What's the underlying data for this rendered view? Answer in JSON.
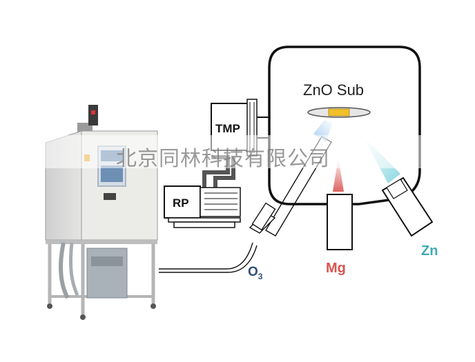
{
  "labels": {
    "substrate": "ZnO Sub",
    "tmp": "TMP",
    "rp": "RP",
    "ozone_main": "O",
    "ozone_sub": "3",
    "mg": "Mg",
    "zn": "Zn"
  },
  "watermark": "北京同林科技有限公司",
  "colors": {
    "outline": "#111111",
    "substrate": "#f2c029",
    "mg": "#d9534f",
    "zn": "#3fa9b5",
    "ozone": "#2f4f7a"
  },
  "icons": {
    "equipment": "lab-equipment-cabinet-photo",
    "chamber": "vacuum-chamber"
  }
}
